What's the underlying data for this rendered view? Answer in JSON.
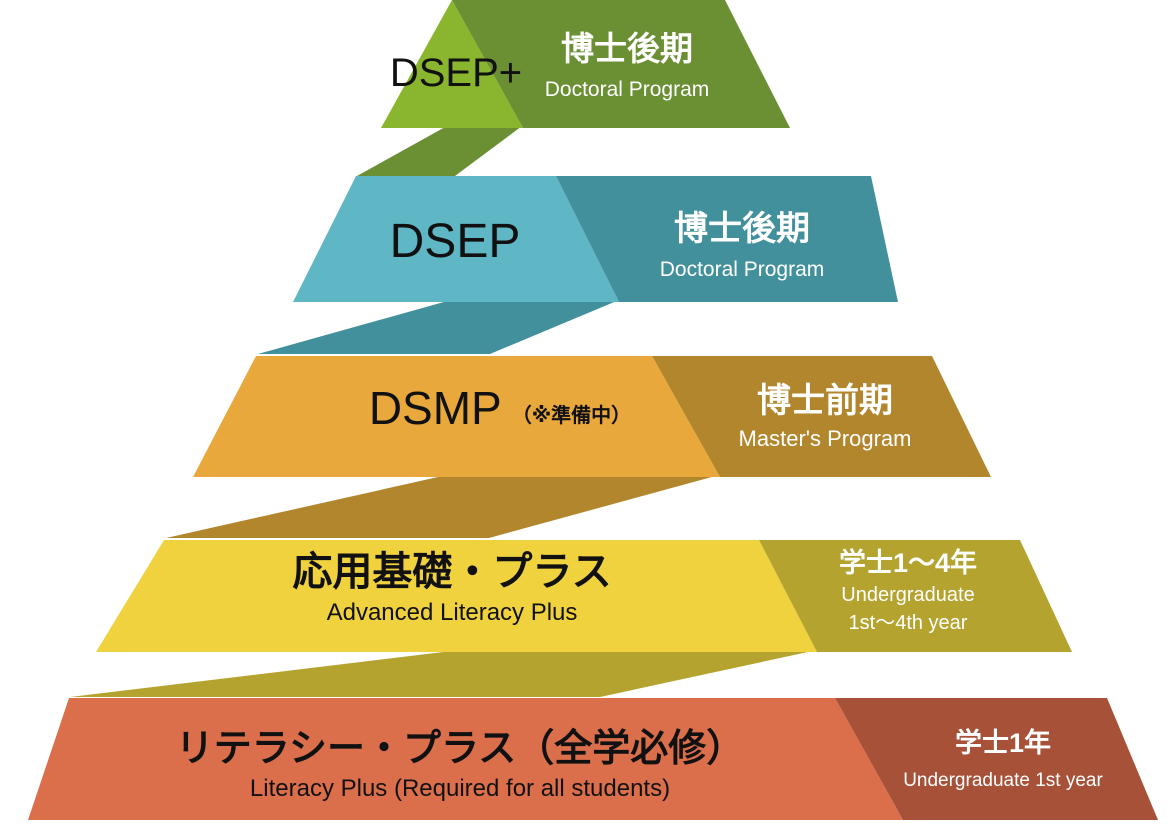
{
  "diagram": {
    "kind": "pyramid",
    "background": "#ffffff",
    "text_colors": {
      "program": "#111111",
      "stage": "#ffffff"
    },
    "levels": [
      {
        "id": "dsep-plus",
        "program": "DSEP+",
        "stage_lines": [
          "博士後期",
          "Doctoral Program"
        ],
        "colors": {
          "light": "#89B62E",
          "dark": "#6A9033"
        }
      },
      {
        "id": "dsep",
        "program": "DSEP",
        "stage_lines": [
          "博士後期",
          "Doctoral Program"
        ],
        "colors": {
          "light": "#5FB6C5",
          "dark": "#43909D"
        }
      },
      {
        "id": "dsmp",
        "program": "DSMP",
        "note": "（※準備中）",
        "stage_lines": [
          "博士前期",
          "Master's Program"
        ],
        "colors": {
          "light": "#E9A83B",
          "dark": "#B2862C"
        }
      },
      {
        "id": "advanced-literacy-plus",
        "program": "応用基礎・プラス",
        "program_sub": "Advanced Literacy Plus",
        "stage_lines": [
          "学士1〜4年",
          "Undergraduate",
          "1st〜4th year"
        ],
        "colors": {
          "light": "#EFD23E",
          "dark": "#B4A32E"
        }
      },
      {
        "id": "literacy-plus",
        "program": "リテラシー・プラス（全学必修）",
        "program_sub": "Literacy Plus (Required for all students)",
        "stage_lines": [
          "学士1年",
          "Undergraduate 1st year"
        ],
        "colors": {
          "light": "#DC6F4B",
          "dark": "#A65138"
        }
      }
    ]
  }
}
